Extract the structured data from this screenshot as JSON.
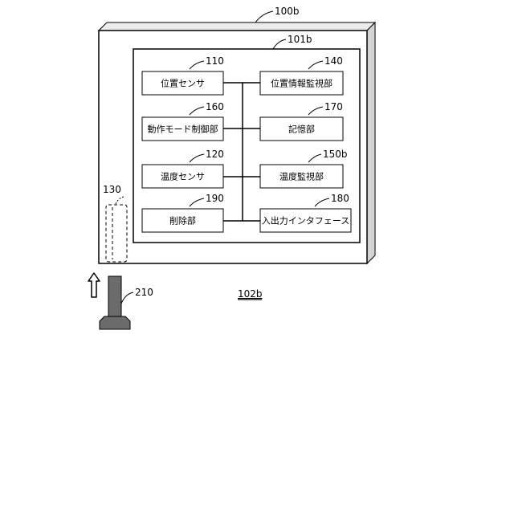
{
  "labels": {
    "device": "100b",
    "unit": "101b",
    "region": "102b",
    "sensor_strip": "130",
    "probe": "210"
  },
  "blocks": {
    "b110": {
      "ref": "110",
      "text": "位置センサ"
    },
    "b140": {
      "ref": "140",
      "text": "位置情報監視部"
    },
    "b160": {
      "ref": "160",
      "text": "動作モード制御部"
    },
    "b170": {
      "ref": "170",
      "text": "記憶部"
    },
    "b120": {
      "ref": "120",
      "text": "温度センサ"
    },
    "b150": {
      "ref": "150b",
      "text": "温度監視部"
    },
    "b190": {
      "ref": "190",
      "text": "削除部"
    },
    "b180": {
      "ref": "180",
      "text": "入出力インタフェース"
    }
  },
  "colors": {
    "line": "#000000",
    "probe_fill": "#6b6b6b",
    "side_fill": "#d4d4d4",
    "top_fill": "#ececec"
  }
}
